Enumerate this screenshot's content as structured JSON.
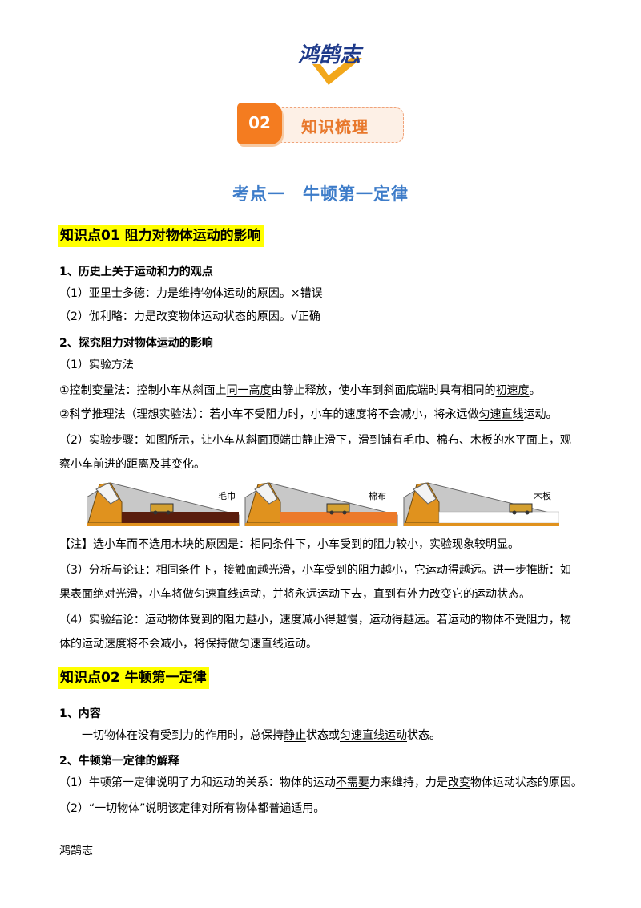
{
  "logo": {
    "text": "鸿鹄志"
  },
  "banner": {
    "number": "02",
    "label": "知识梳理"
  },
  "main_title": "考点一　牛顿第一定律",
  "section1": {
    "heading": "知识点01  阻力对物体运动的影响",
    "h1": "1、历史上关于运动和力的观点",
    "p1": "（1）亚里士多德：力是维持物体运动的原因。×错误",
    "p2": "（2）伽利略：力是改变物体运动状态的原因。√正确",
    "h2": "2、探究阻力对物体运动的影响",
    "p3": "（1）实验方法",
    "p4a": "①控制变量法：控制小车从斜面上",
    "p4b": "同一高度",
    "p4c": "由静止释放，使小车到斜面底端时具有相同的",
    "p4d": "初速度",
    "p4e": "。",
    "p5a": "②科学推理法（理想实验法）：若小车不受阻力时，小车的速度将不会减小，将永远做",
    "p5b": "匀速直线",
    "p5c": "运动。",
    "p6a": "（2）实验步骤：如图所示，让小车从斜面顶端由静止滑下，滑到铺有毛巾、棉布、木板的水平面上，观",
    "p6b": "察小车前进的距离及其变化。",
    "figure_labels": [
      "毛巾",
      "棉布",
      "木板"
    ],
    "note": "【注】选小车而不选用木块的原因是：相同条件下，小车受到的阻力较小，实验现象较明显。",
    "p7a": "（3）分析与论证：相同条件下，接触面越光滑，小车受到的阻力越小，它运动得越远。进一步推断：如",
    "p7b": "果表面绝对光滑，小车将做匀速直线运动，并将永远运动下去，直到有外力改变它的运动状态。",
    "p8a": "（4）实验结论：运动物体受到的阻力越小，速度减小得越慢，运动得越远。若运动的物体不受阻力，物",
    "p8b": "体的运动速度将不会减小，将保持做匀速直线运动。"
  },
  "section2": {
    "heading": "知识点02  牛顿第一定律",
    "h1": "1、内容",
    "p1a": "一切物体在没有受到力的作用时，总保持",
    "p1b": "静止",
    "p1c": "状态或",
    "p1d": "匀速直线运动",
    "p1e": "状态。",
    "h2": "2、牛顿第一定律的解释",
    "p2a": "（1）牛顿第一定律说明了力和运动的关系：物体的运动",
    "p2b": "不需要",
    "p2c": "力来维持，力是",
    "p2d": "改变",
    "p2e": "物体运动状态的原因。",
    "p3": "（2）“一切物体”说明该定律对所有物体都普遍适用。"
  },
  "footer": "鸿鹄志",
  "colors": {
    "title_blue": "#3d7cc9",
    "banner_orange": "#f47c20",
    "highlight": "#ffff00"
  }
}
